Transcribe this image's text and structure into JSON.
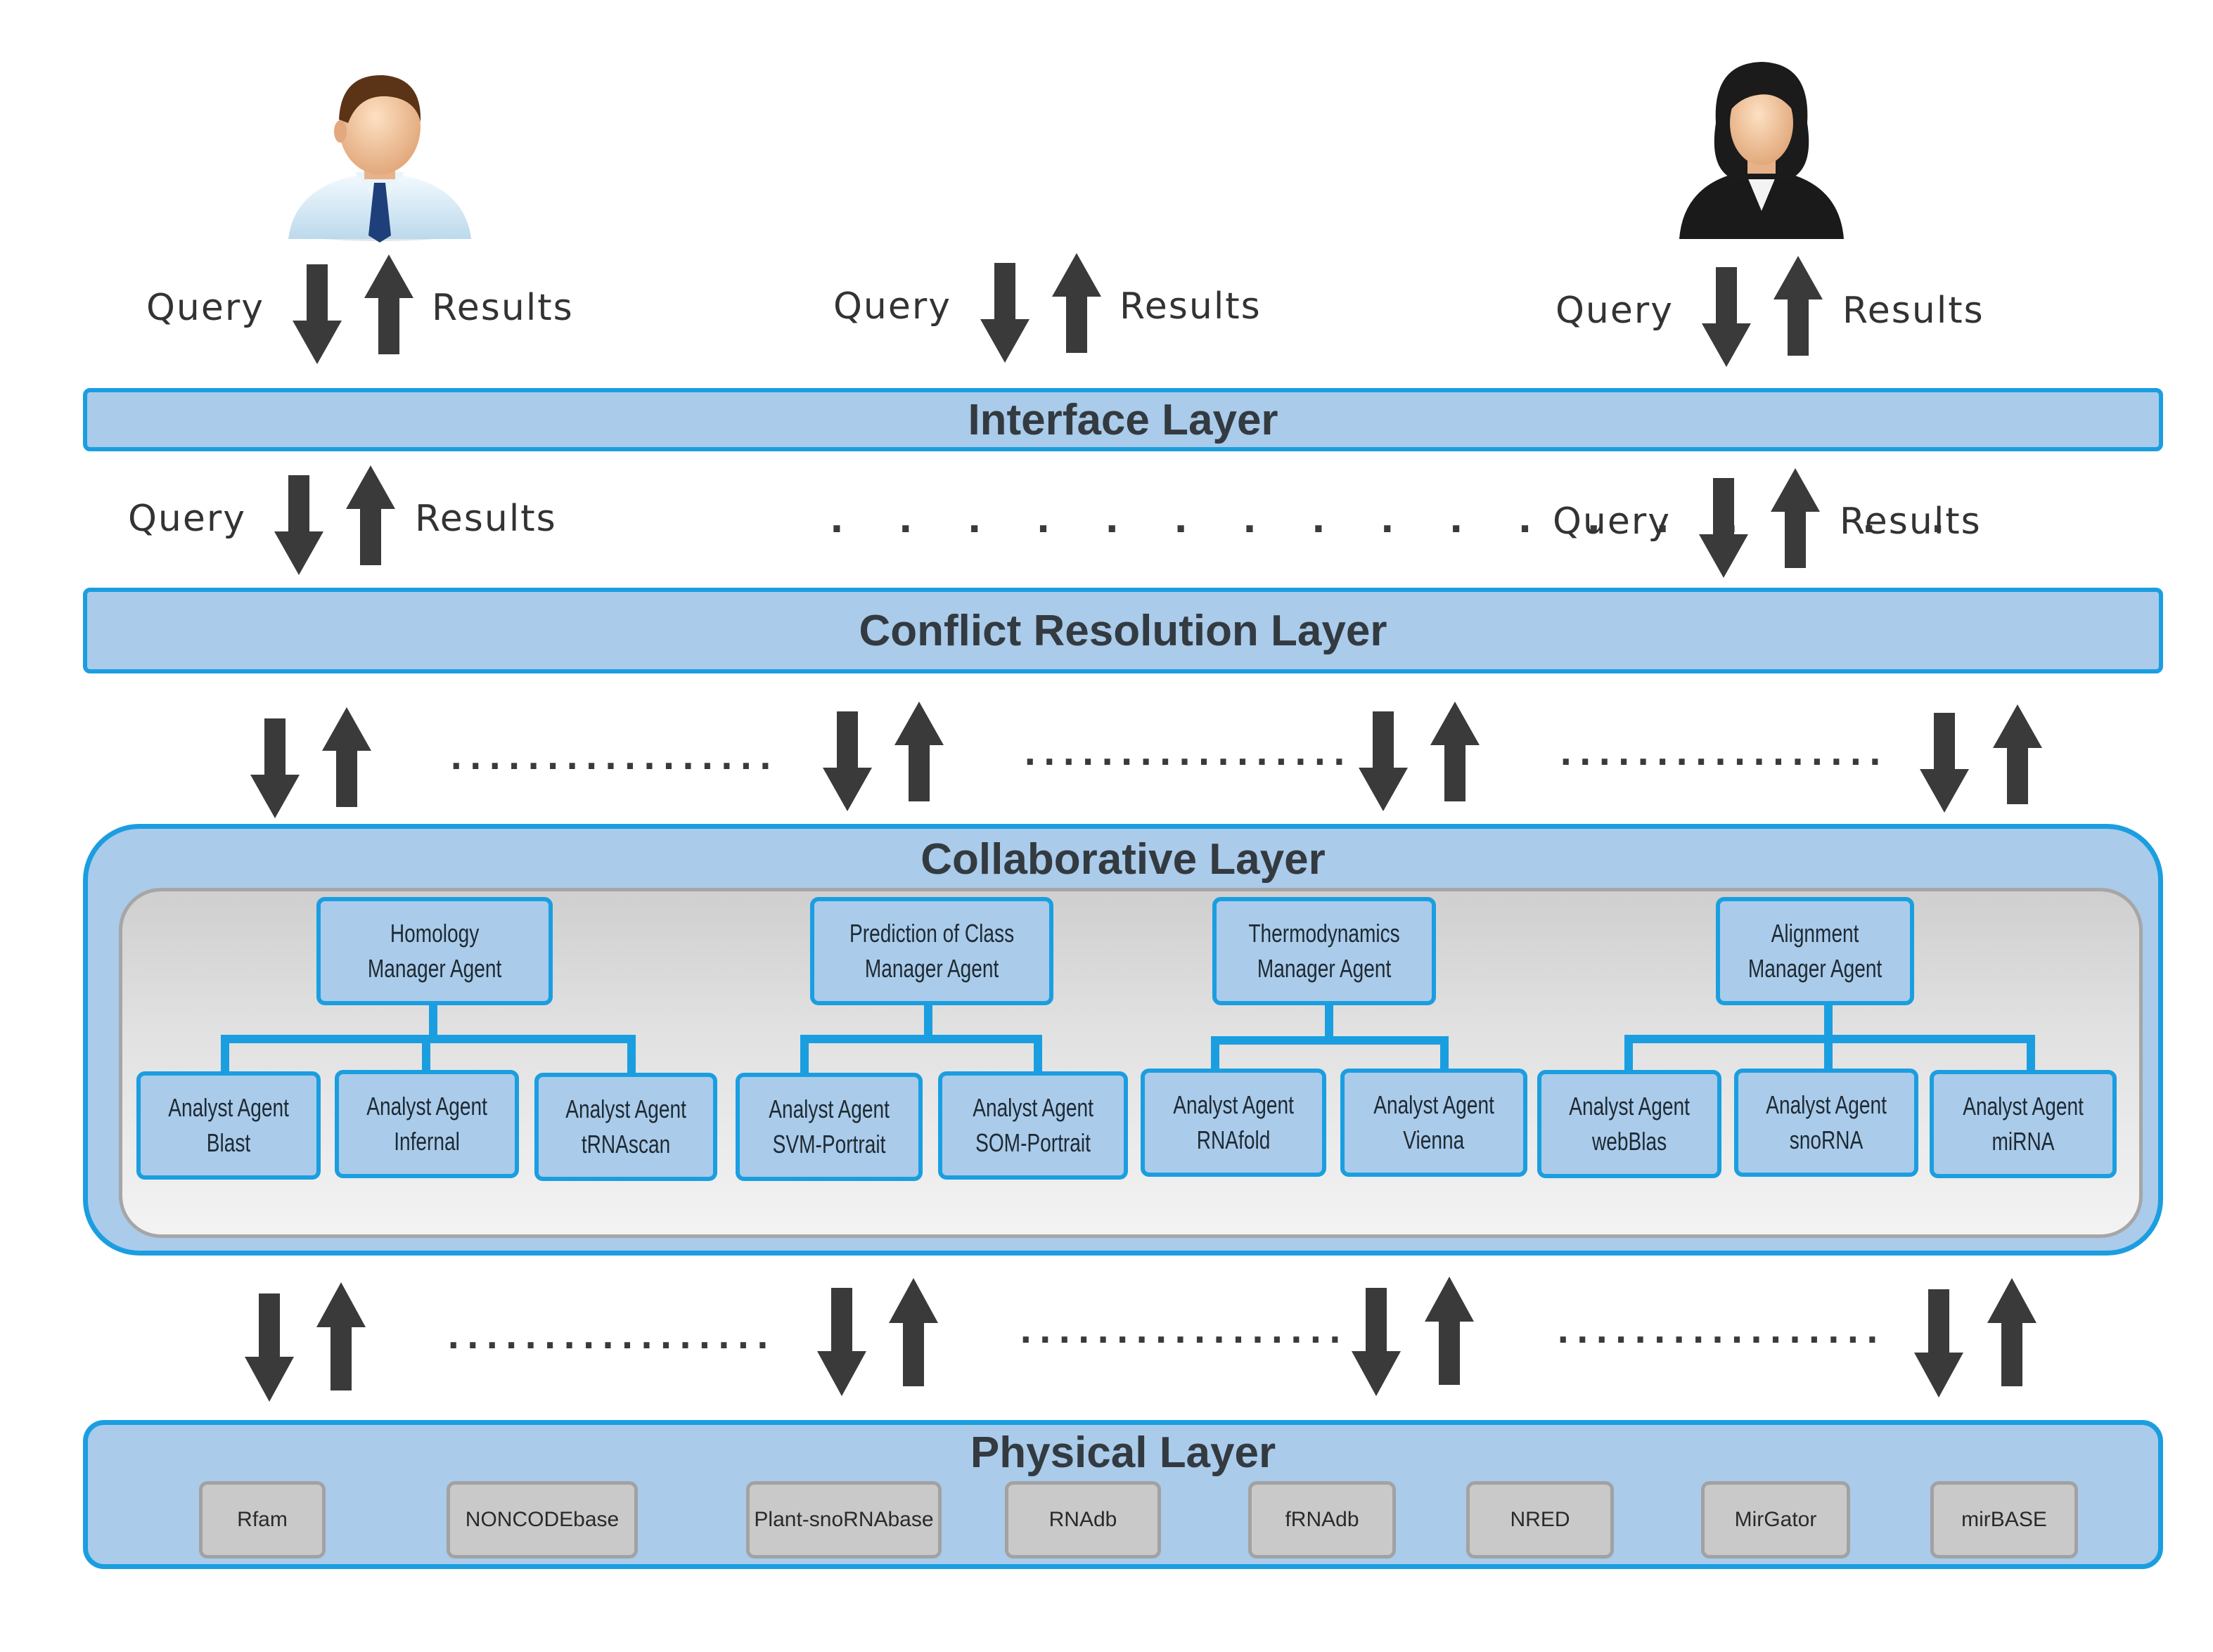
{
  "users": {
    "male_icon": "businessman-icon",
    "female_icon": "businesswoman-icon"
  },
  "top_flows": [
    {
      "query": "Query",
      "results": "Results"
    },
    {
      "query": "Query",
      "results": "Results"
    },
    {
      "query": "Query",
      "results": "Results"
    }
  ],
  "mid_flows": [
    {
      "query": "Query",
      "results": "Results"
    },
    {
      "query": "Query",
      "results": "Results"
    }
  ],
  "mid_dots": ". . . . . . . . . . . . . . . . .",
  "small_dots": ".................",
  "interface_layer": "Interface Layer",
  "conflict_layer": "Conflict Resolution Layer",
  "collaborative_layer": "Collaborative Layer",
  "managers": [
    {
      "line1": "Homology",
      "line2": "Manager  Agent"
    },
    {
      "line1": "Prediction of Class",
      "line2": "Manager  Agent"
    },
    {
      "line1": "Thermodynamics",
      "line2": "Manager  Agent"
    },
    {
      "line1": "Alignment",
      "line2": "Manager  Agent"
    }
  ],
  "analysts": [
    {
      "line1": "Analyst Agent",
      "line2": "Blast"
    },
    {
      "line1": "Analyst Agent",
      "line2": "Infernal"
    },
    {
      "line1": "Analyst Agent",
      "line2": "tRNAscan"
    },
    {
      "line1": "Analyst Agent",
      "line2": "SVM-Portrait"
    },
    {
      "line1": "Analyst Agent",
      "line2": "SOM-Portrait"
    },
    {
      "line1": "Analyst Agent",
      "line2": "RNAfold"
    },
    {
      "line1": "Analyst Agent",
      "line2": "Vienna"
    },
    {
      "line1": "Analyst Agent",
      "line2": "webBlas"
    },
    {
      "line1": "Analyst Agent",
      "line2": "snoRNA"
    },
    {
      "line1": "Analyst Agent",
      "line2": "miRNA"
    }
  ],
  "physical_layer": "Physical Layer",
  "databases": [
    "Rfam",
    "NONCODEbase",
    "Plant-snoRNAbase",
    "RNAdb",
    "fRNAdb",
    "NRED",
    "MirGator",
    "mirBASE"
  ],
  "colors": {
    "layer_fill": "#aacbea",
    "layer_border": "#1b9ee0",
    "arrow": "#3a3a3a",
    "db_fill": "#c9c9c9",
    "inner_panel": "#e1e1e1"
  }
}
